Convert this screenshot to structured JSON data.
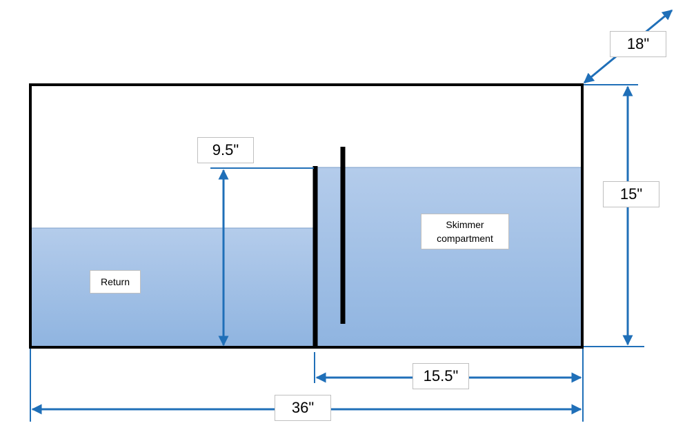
{
  "labels": {
    "depth": "18\"",
    "height": "15\"",
    "water_level": "9.5\"",
    "skimmer_width": "15.5\"",
    "total_width": "36\"",
    "return_section": "Return",
    "skimmer_section": "Skimmer\ncompartment"
  },
  "colors": {
    "outline": "#000000",
    "dimension": "#1f6fb8",
    "water_top": "#b4cceb",
    "water_bottom": "#8fb4e0",
    "label_border": "#bfbfbf"
  }
}
